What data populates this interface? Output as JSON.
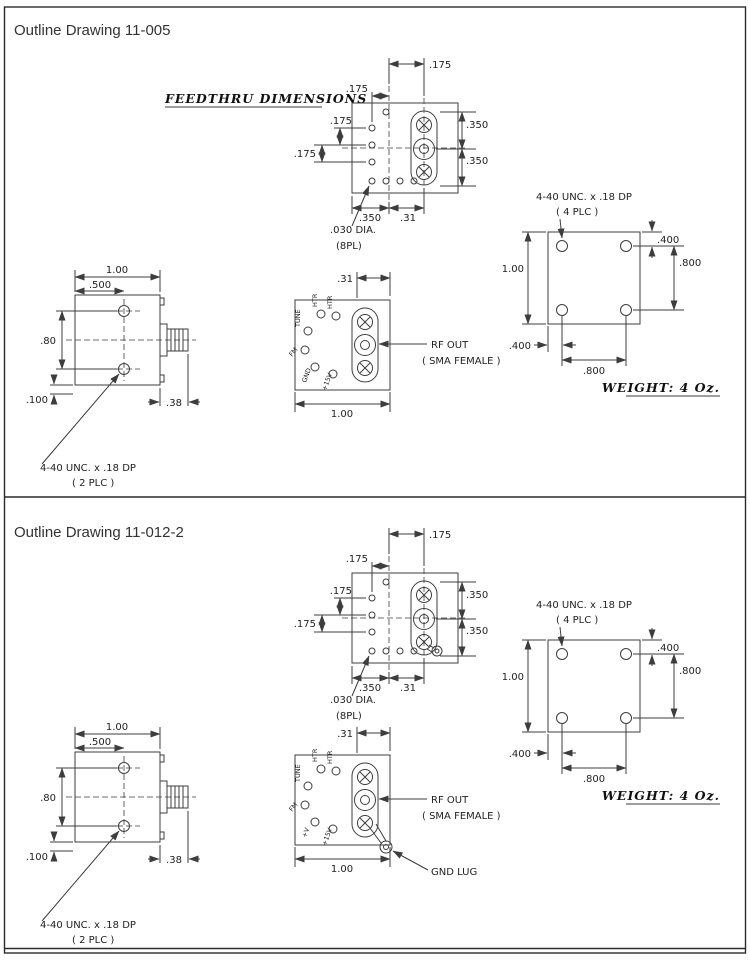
{
  "sections": [
    {
      "title": "Outline Drawing 11-005",
      "feedthru_heading": "FEEDTHRU DIMENSIONS",
      "feedthru": {
        "dim_top_right": ".175",
        "dim_top_left": ".175",
        "dim_left_upper": ".175",
        "dim_left_lower": ".175",
        "dim_right_upper": ".350",
        "dim_right_lower": ".350",
        "dim_bottom_left": ".350",
        "dim_bottom_right": ".31",
        "hole_note_line1": ".030 DIA.",
        "hole_note_line2": "(8PL)"
      },
      "mount": {
        "note_line1": "4-40 UNC. x .18 DP",
        "note_line2": "( 4 PLC )",
        "dim_left": "1.00",
        "dim_right_upper": ".400",
        "dim_right_lower": ".800",
        "dim_bottom_left": ".400",
        "dim_bottom": ".800"
      },
      "weight": "WEIGHT:  4 Oz.",
      "side": {
        "dim_width": "1.00",
        "dim_half": ".500",
        "dim_height": ".80",
        "dim_foot": ".100",
        "dim_connector": ".38",
        "note_line1": "4-40 UNC. x .18 DP",
        "note_line2": "( 2 PLC )"
      },
      "front": {
        "dim_top": ".31",
        "dim_width": "1.00",
        "rf_label": "RF OUT",
        "rf_sub": "( SMA FEMALE )",
        "pins": [
          "HTR",
          "HTR",
          "TUNE",
          "FM",
          "GND",
          "+15V"
        ]
      }
    },
    {
      "title": "Outline Drawing 11-012-2",
      "feedthru": {
        "dim_top_right": ".175",
        "dim_top_left": ".175",
        "dim_left_upper": ".175",
        "dim_left_lower": ".175",
        "dim_right_upper": ".350",
        "dim_right_lower": ".350",
        "dim_bottom_left": ".350",
        "dim_bottom_right": ".31",
        "hole_note_line1": ".030 DIA.",
        "hole_note_line2": "(8PL)"
      },
      "mount": {
        "note_line1": "4-40 UNC. x .18 DP",
        "note_line2": "( 4 PLC )",
        "dim_left": "1.00",
        "dim_right_upper": ".400",
        "dim_right_lower": ".800",
        "dim_bottom_left": ".400",
        "dim_bottom": ".800"
      },
      "weight": "WEIGHT:  4 Oz.",
      "side": {
        "dim_width": "1.00",
        "dim_half": ".500",
        "dim_height": ".80",
        "dim_foot": ".100",
        "dim_connector": ".38",
        "note_line1": "4-40 UNC. x .18 DP",
        "note_line2": "( 2 PLC )"
      },
      "front": {
        "dim_top": ".31",
        "dim_width": "1.00",
        "rf_label": "RF OUT",
        "rf_sub": "( SMA FEMALE )",
        "gnd_lug_label": "GND LUG",
        "pins": [
          "HTR",
          "HTR",
          "TUNE",
          "FM",
          "+V",
          "+15V"
        ]
      }
    }
  ]
}
